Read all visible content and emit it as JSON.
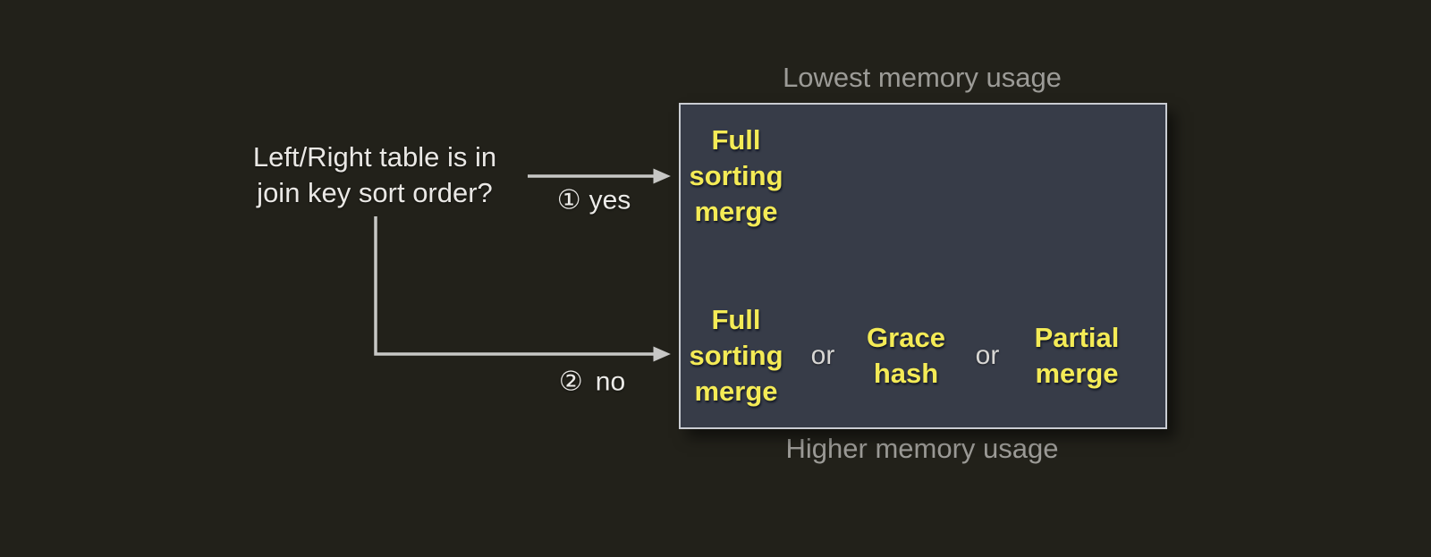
{
  "diagram": {
    "question": {
      "line1": "Left/Right table is in",
      "line2": "join key sort order?"
    },
    "branches": [
      {
        "marker": "①",
        "label": "yes"
      },
      {
        "marker": "②",
        "label": "no"
      }
    ],
    "box": {
      "caption_top": "Lowest memory usage",
      "caption_bottom": "Higher memory usage",
      "yes_row": {
        "options": [
          "Full\nsorting\nmerge"
        ]
      },
      "no_row": {
        "options": [
          "Full\nsorting\nmerge",
          "Grace\nhash",
          "Partial\nmerge"
        ],
        "separator": "or"
      }
    },
    "colors": {
      "background": "#22211a",
      "box_fill": "#373c48",
      "box_border": "#c9ccd2",
      "algorithm_text": "#f4eb56",
      "caption_text": "#9c9b97",
      "question_text": "#eae8e5",
      "arrow": "#c7c7c5"
    }
  }
}
